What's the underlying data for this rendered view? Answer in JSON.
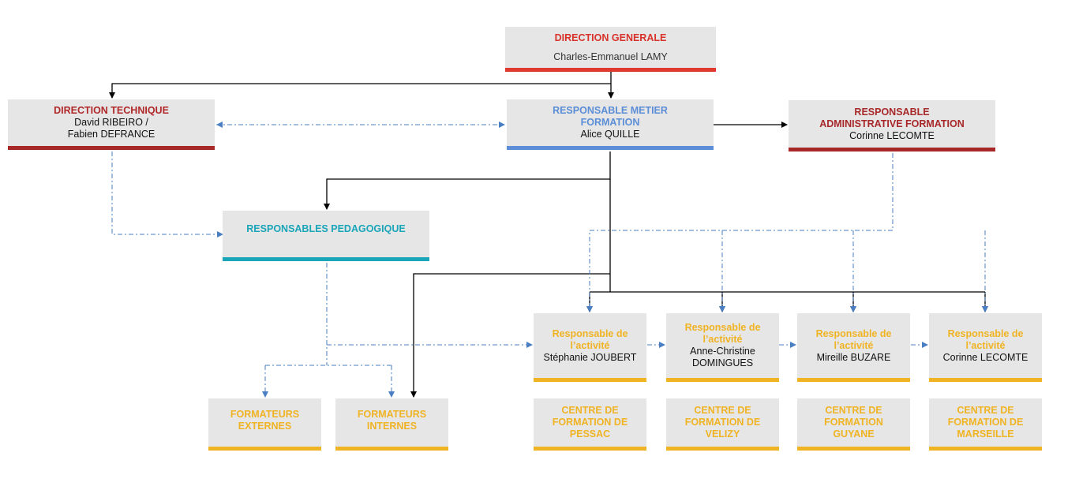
{
  "colors": {
    "red": "#e03a2e",
    "darkred": "#a8282a",
    "blue": "#5b8ed6",
    "teal": "#1aa5b8",
    "orange": "#f0b323",
    "connector_dash": "#4a7ec2",
    "connector_solid": "#000000"
  },
  "direction_generale": {
    "title": "DIRECTION GENERALE",
    "name": "Charles-Emmanuel  LAMY"
  },
  "direction_technique": {
    "title": "DIRECTION  TECHNIQUE",
    "name_line1": "David RIBEIRO  /",
    "name_line2": "Fabien DEFRANCE"
  },
  "responsable_metier": {
    "title_line1": "RESPONSABLE  METIER",
    "title_line2": "FORMATION",
    "name": "Alice QUILLE"
  },
  "responsable_admin": {
    "title_line1": "RESPONSABLE",
    "title_line2": "ADMINISTRATIVE  FORMATION",
    "name": "Corinne  LECOMTE"
  },
  "responsables_pedagogique": {
    "title": "RESPONSABLES  PEDAGOGIQUE"
  },
  "formateurs_externes": {
    "line1": "FORMATEURS",
    "line2": "EXTERNES"
  },
  "formateurs_internes": {
    "line1": "FORMATEURS",
    "line2": "INTERNES"
  },
  "activity_managers": [
    {
      "title_line1": "Responsable  de",
      "title_line2": "l’activité",
      "name_line1": "Stéphanie  JOUBERT",
      "name_line2": ""
    },
    {
      "title_line1": "Responsable  de",
      "title_line2": "l’activité",
      "name_line1": "Anne-Christine",
      "name_line2": "DOMINGUES"
    },
    {
      "title_line1": "Responsable  de",
      "title_line2": "l’activité",
      "name_line1": "Mireille  BUZARE",
      "name_line2": ""
    },
    {
      "title_line1": "Responsable  de",
      "title_line2": "l’activité",
      "name_line1": "Corinne  LECOMTE",
      "name_line2": ""
    }
  ],
  "training_centers": [
    {
      "line1": "CENTRE DE",
      "line2": "FORMATION DE",
      "line3": "PESSAC"
    },
    {
      "line1": "CENTRE DE",
      "line2": "FORMATION DE",
      "line3": "VELIZY"
    },
    {
      "line1": "CENTRE DE",
      "line2": "FORMATION",
      "line3": "GUYANE"
    },
    {
      "line1": "CENTRE DE",
      "line2": "FORMATION DE",
      "line3": "MARSEILLE"
    }
  ]
}
